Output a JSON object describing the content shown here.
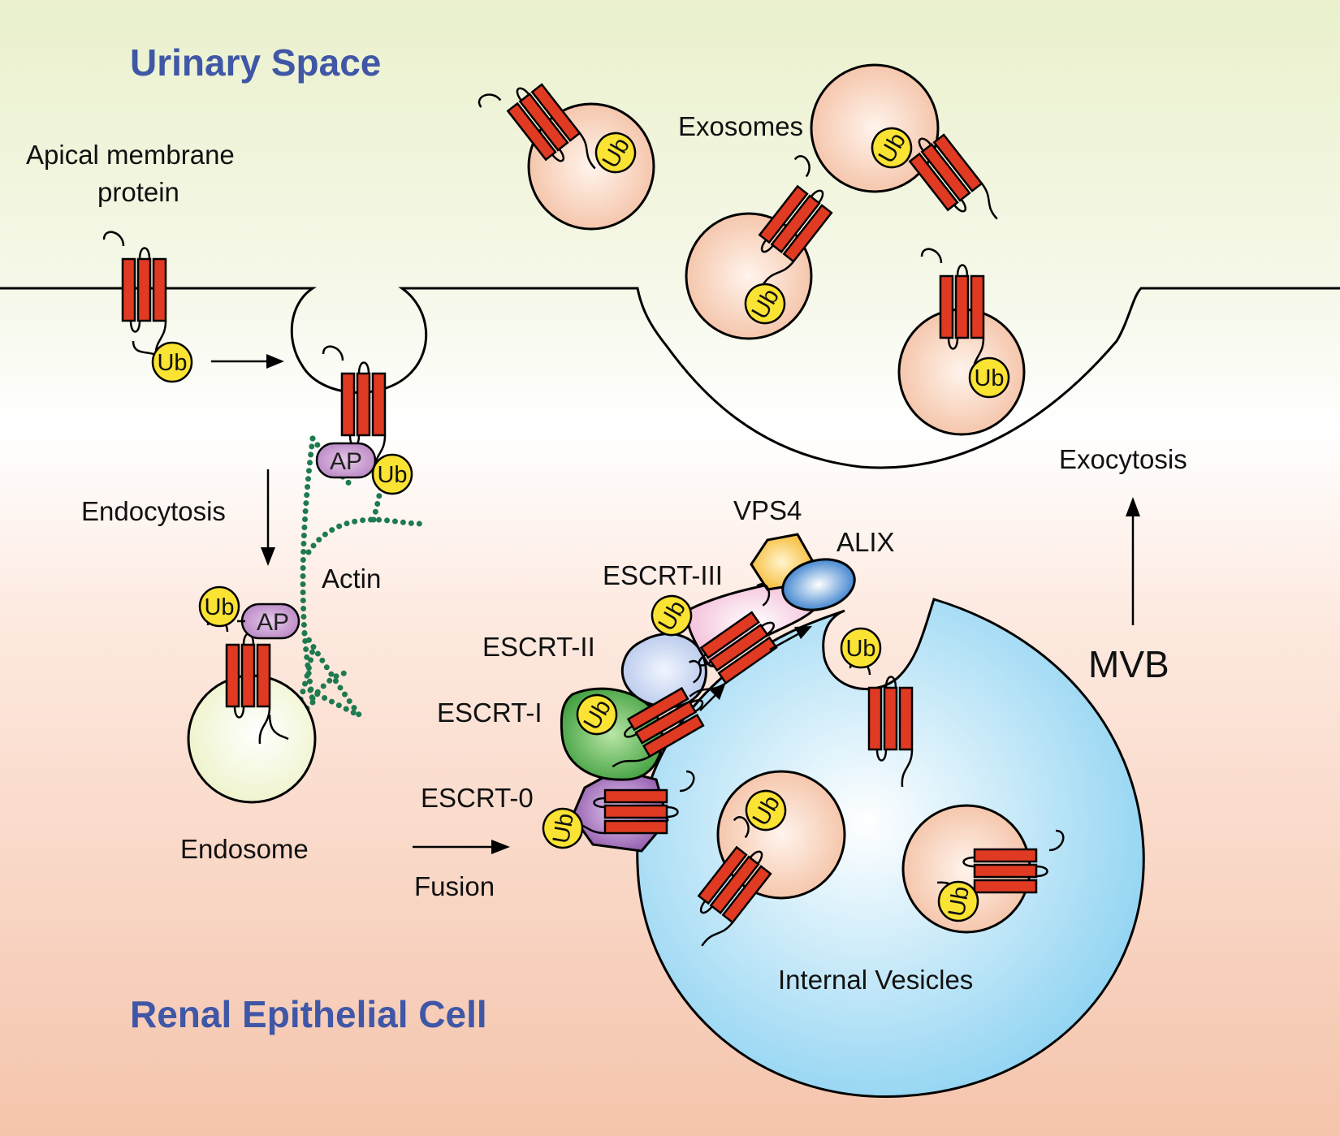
{
  "regions": {
    "urinary_space": "Urinary Space",
    "renal_epithelial_cell": "Renal Epithelial Cell"
  },
  "labels": {
    "apical_line1": "Apical membrane",
    "apical_line2": "protein",
    "exosomes": "Exosomes",
    "endocytosis": "Endocytosis",
    "actin": "Actin",
    "endosome": "Endosome",
    "fusion": "Fusion",
    "exocytosis": "Exocytosis",
    "mvb": "MVB",
    "internal_vesicles": "Internal Vesicles",
    "vps4": "VPS4",
    "alix": "ALIX",
    "escrt_iii": "ESCRT-III",
    "escrt_ii": "ESCRT-II",
    "escrt_i": "ESCRT-I",
    "escrt_0": "ESCRT-0"
  },
  "markers": {
    "ubiquitin": "Ub",
    "adaptor": "AP"
  },
  "colors": {
    "urinary_bg": "#eef3d6",
    "cell_bg_bottom": "#f5c4ac",
    "region_title": "#3f57a6",
    "protein_red": "#e03a22",
    "ubiquitin_yellow": "#fbe333",
    "vesicle_peach": "#f6c8ad",
    "mvb_blue": "#8fd3f2",
    "actin_green": "#1e7a4f",
    "ap_purple": "#b784c2"
  }
}
